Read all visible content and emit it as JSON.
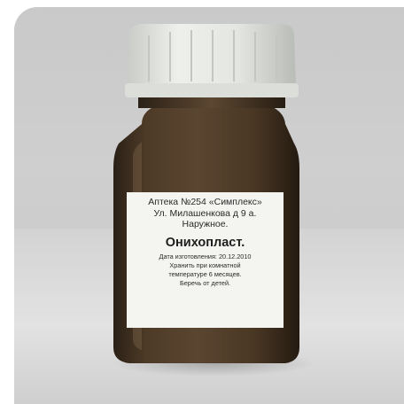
{
  "label": {
    "pharmacy": "Аптека №254 «Симплекс»",
    "address": "Ул. Милашенкова д 9 а.",
    "usage": "Наружное.",
    "product": "Онихопласт.",
    "manufacture_date": "Дата изготовления: 20.12.2010",
    "storage_line1": "Хранить при комнатной",
    "storage_line2": "температуре 6 месяцев.",
    "warning": "Беречь от детей."
  },
  "colors": {
    "cap": "#e2e4e0",
    "glass": "#4a3826",
    "label_paper": "#f4f4f1",
    "backdrop": "#cbcbcb"
  }
}
